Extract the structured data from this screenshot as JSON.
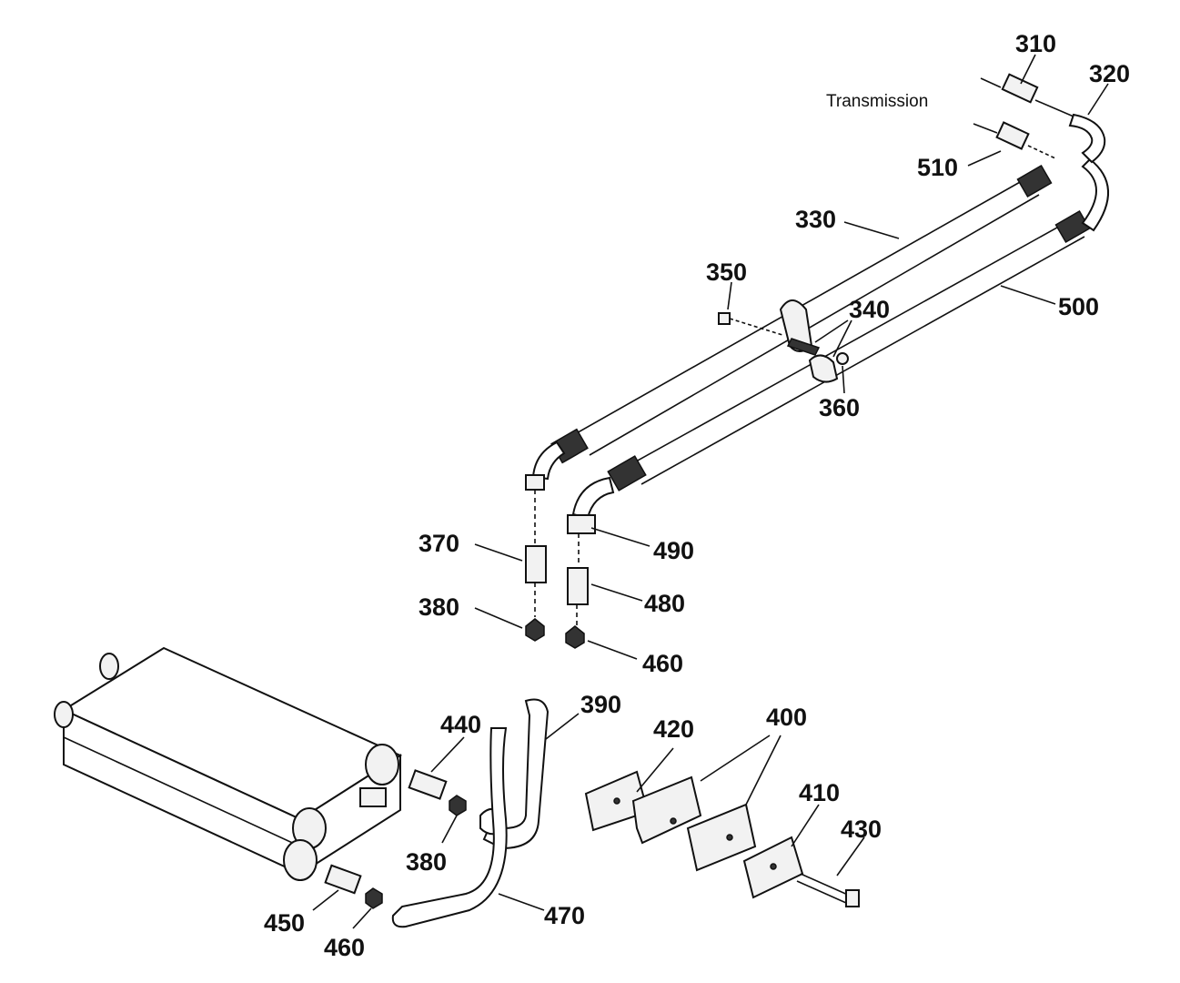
{
  "diagram": {
    "annotation": "Transmission",
    "labels": {
      "p310": "310",
      "p320": "320",
      "p510": "510",
      "p330": "330",
      "p350": "350",
      "p340": "340",
      "p500": "500",
      "p360": "360",
      "p370": "370",
      "p490": "490",
      "p380a": "380",
      "p480": "480",
      "p460a": "460",
      "p390": "390",
      "p440": "440",
      "p420": "420",
      "p400": "400",
      "p410": "410",
      "p430": "430",
      "p380b": "380",
      "p450": "450",
      "p460b": "460",
      "p470": "470"
    }
  }
}
